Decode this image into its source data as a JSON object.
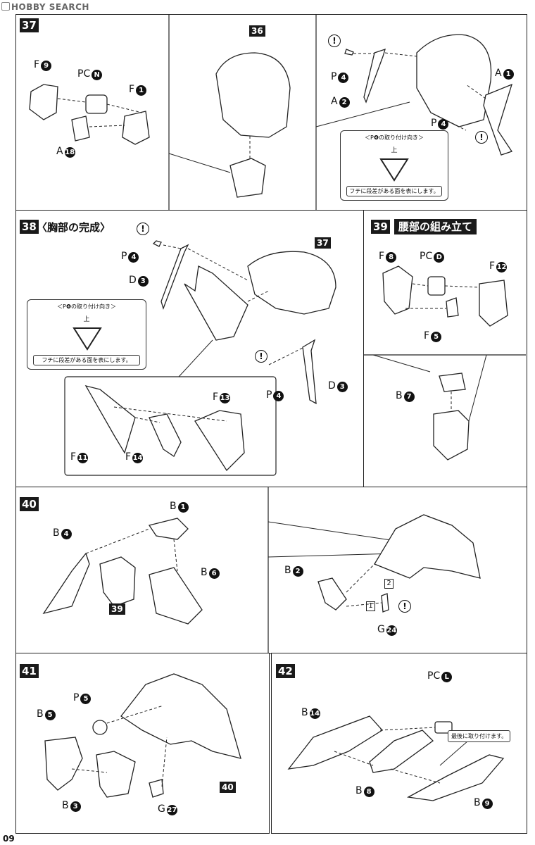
{
  "watermark": "HOBBY SEARCH",
  "page_number": "09",
  "warn_glyph": "!",
  "p4_note": {
    "title": "＜P❹の取り付け向き＞",
    "up": "上",
    "bottom": "フチに段差がある面を表にします。"
  },
  "step37": {
    "number": "37",
    "ref36": "36",
    "labels": {
      "f9": {
        "p": "F",
        "n": "9"
      },
      "pcn": {
        "p": "PC",
        "n": "N"
      },
      "f1": {
        "p": "F",
        "n": "1"
      },
      "a18": {
        "p": "A",
        "n": "18"
      },
      "p4a": {
        "p": "P",
        "n": "4"
      },
      "a2": {
        "p": "A",
        "n": "2"
      },
      "a1": {
        "p": "A",
        "n": "1"
      },
      "p4b": {
        "p": "P",
        "n": "4"
      }
    }
  },
  "step38": {
    "number": "38",
    "title": "〈胸部の完成〉",
    "ref37": "37",
    "labels": {
      "p4a": {
        "p": "P",
        "n": "4"
      },
      "d3a": {
        "p": "D",
        "n": "3"
      },
      "p4b": {
        "p": "P",
        "n": "4"
      },
      "d3b": {
        "p": "D",
        "n": "3"
      },
      "f13": {
        "p": "F",
        "n": "13"
      },
      "f11": {
        "p": "F",
        "n": "11"
      },
      "f14": {
        "p": "F",
        "n": "14"
      }
    }
  },
  "step39": {
    "number": "39",
    "title": "腰部の組み立て",
    "labels": {
      "f8": {
        "p": "F",
        "n": "8"
      },
      "pcd": {
        "p": "PC",
        "n": "D"
      },
      "f12": {
        "p": "F",
        "n": "12"
      },
      "f5": {
        "p": "F",
        "n": "5"
      },
      "b7": {
        "p": "B",
        "n": "7"
      }
    }
  },
  "step40": {
    "number": "40",
    "ref39": "39",
    "box1": "1",
    "box2": "2",
    "labels": {
      "b1": {
        "p": "B",
        "n": "1"
      },
      "b4": {
        "p": "B",
        "n": "4"
      },
      "b6": {
        "p": "B",
        "n": "6"
      },
      "b2": {
        "p": "B",
        "n": "2"
      },
      "g24": {
        "p": "G",
        "n": "24"
      }
    }
  },
  "step41": {
    "number": "41",
    "ref40": "40",
    "labels": {
      "p5": {
        "p": "P",
        "n": "5"
      },
      "b5": {
        "p": "B",
        "n": "5"
      },
      "b3": {
        "p": "B",
        "n": "3"
      },
      "g27": {
        "p": "G",
        "n": "27"
      }
    }
  },
  "step42": {
    "number": "42",
    "note": "最後に取り付けます。",
    "labels": {
      "pcl": {
        "p": "PC",
        "n": "L"
      },
      "b14": {
        "p": "B",
        "n": "14"
      },
      "b8": {
        "p": "B",
        "n": "8"
      },
      "b9": {
        "p": "B",
        "n": "9"
      }
    }
  }
}
